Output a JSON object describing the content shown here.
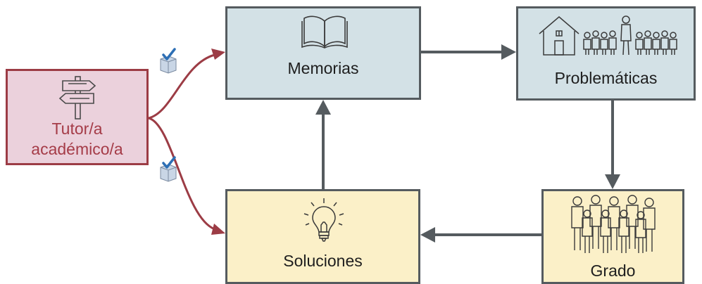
{
  "nodes": {
    "tutor": {
      "line1": "Tutor/a",
      "line2": "académico/a"
    },
    "memorias": {
      "label": "Memorias"
    },
    "problematicas": {
      "label": "Problemáticas"
    },
    "soluciones": {
      "label": "Soluciones"
    },
    "grado": {
      "label": "Grado"
    }
  },
  "edges": [
    {
      "from": "tutor",
      "to": "memorias",
      "style": "curved"
    },
    {
      "from": "tutor",
      "to": "soluciones",
      "style": "curved"
    },
    {
      "from": "memorias",
      "to": "problematicas",
      "style": "straight"
    },
    {
      "from": "problematicas",
      "to": "grado",
      "style": "straight"
    },
    {
      "from": "grado",
      "to": "soluciones",
      "style": "straight"
    },
    {
      "from": "soluciones",
      "to": "memorias",
      "style": "straight"
    }
  ],
  "colors": {
    "blue_fill": "#d3e1e6",
    "yellow_fill": "#fbf0c8",
    "red_fill": "#ebd1dc",
    "red_accent": "#9c3c45",
    "gray_line": "#555b5f"
  },
  "icons": {
    "tutor": "signpost-icon",
    "memorias": "open-book-icon",
    "problematicas": "house-with-people-icon",
    "soluciones": "lightbulb-icon",
    "grado": "crowd-icon",
    "vote": "ballot-box-check-icon"
  }
}
